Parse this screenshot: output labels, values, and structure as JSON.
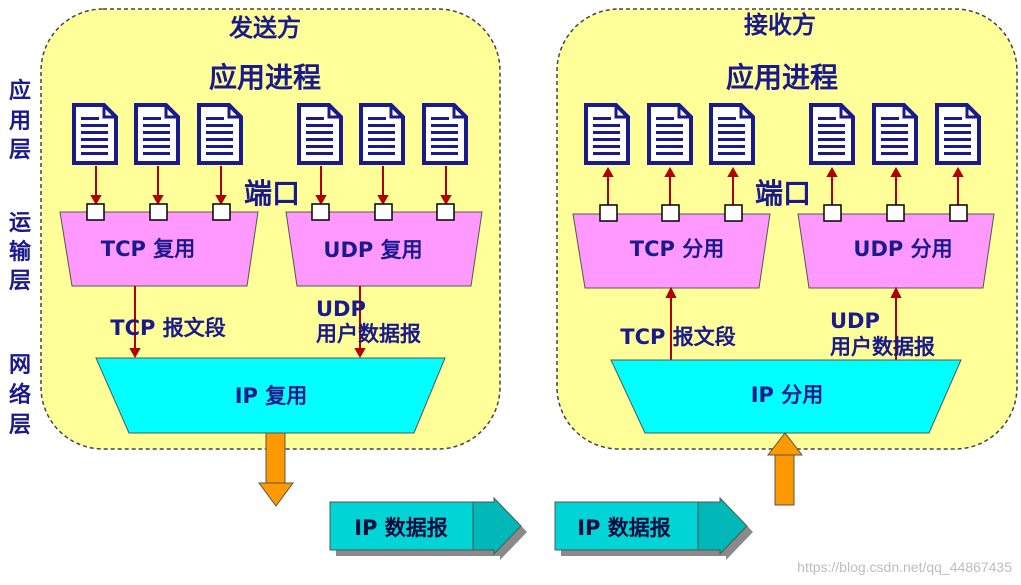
{
  "layers": {
    "application": [
      "应",
      "用",
      "层"
    ],
    "transport": [
      "运",
      "输",
      "层"
    ],
    "network": [
      "网",
      "络",
      "层"
    ]
  },
  "sender": {
    "title": "发送方",
    "app_process": "应用进程",
    "port": "端口",
    "tcp_box": "TCP 复用",
    "udp_box": "UDP 复用",
    "tcp_segment": "TCP 报文段",
    "udp_datagram_line1": "UDP",
    "udp_datagram_line2": "用户数据报",
    "ip_box": "IP 复用"
  },
  "receiver": {
    "title": "接收方",
    "app_process": "应用进程",
    "port": "端口",
    "tcp_box": "TCP 分用",
    "udp_box": "UDP 分用",
    "tcp_segment": "TCP 报文段",
    "udp_datagram_line1": "UDP",
    "udp_datagram_line2": "用户数据报",
    "ip_box": "IP 分用"
  },
  "packets": [
    "IP 数据报",
    "IP 数据报"
  ],
  "watermark": "https://blog.csdn.net/qq_44867435",
  "colors": {
    "panel": "#ffff99",
    "trapezoid_transport": "#ff99ff",
    "trapezoid_ip": "#00ffff",
    "arrow_red": "#b00000",
    "arrow_orange": "#ff9900",
    "document": "#1a1a8c",
    "text": "#1a1a8c",
    "packet_fill": "#00b8b8"
  },
  "icons": [
    "document-icon",
    "port-square",
    "down-arrow",
    "up-arrow",
    "packet-arrow"
  ]
}
